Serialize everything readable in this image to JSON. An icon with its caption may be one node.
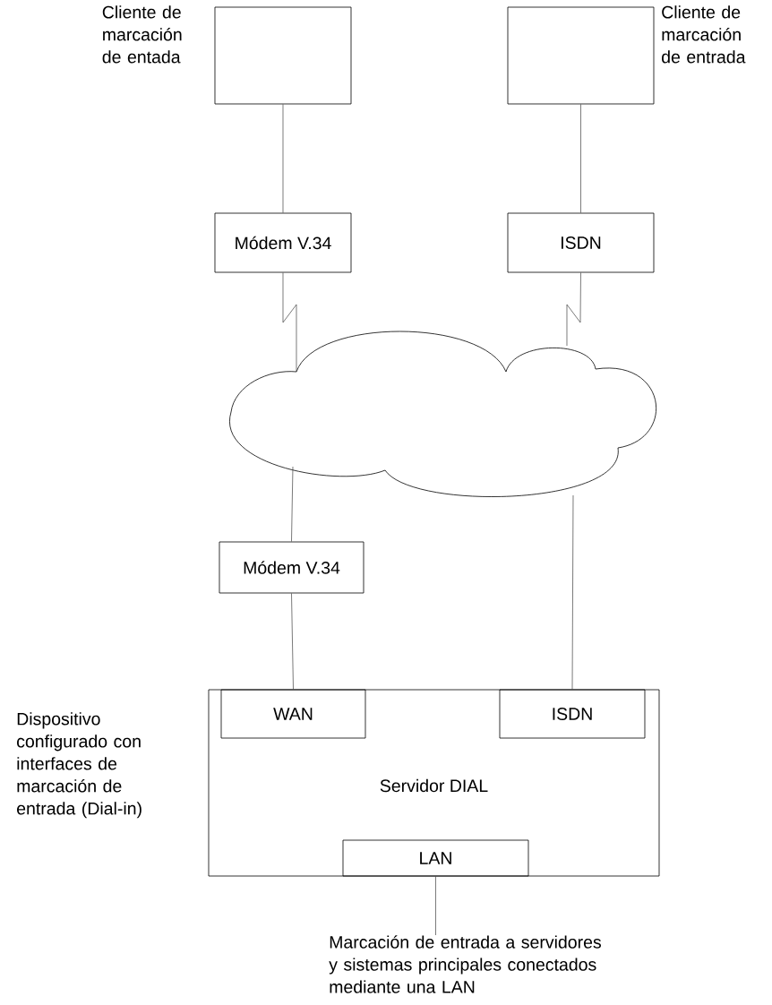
{
  "diagram": {
    "nodes": [
      {
        "text": [],
        "shape": "box",
        "beside": [
          "Cliente de marcación de entada"
        ]
      },
      {
        "text": [],
        "shape": "box",
        "beside": [
          "Cliente de marcación de entrada"
        ]
      },
      {
        "text": [
          "Módem V.34"
        ]
      },
      {
        "text": [
          "ISDN"
        ]
      },
      {
        "text": [],
        "shape": "cloud"
      },
      {
        "text": [
          "Módem V.34"
        ]
      },
      {
        "text": [
          "Servidor DIAL"
        ],
        "beside": [
          "Dispositivo configurado con interfaces de marcación de entrada (Dial-in)"
        ]
      },
      {
        "text": [
          "WAN"
        ],
        "in": 6
      },
      {
        "text": [
          "ISDN"
        ],
        "in": 6
      },
      {
        "text": [
          "LAN"
        ],
        "in": 6
      },
      {
        "text": [
          "Marcación de entrada a servidores y sistemas principales conectados mediante una LAN"
        ]
      }
    ],
    "edges": [
      {
        "from": 0,
        "to": 2,
        "arrow": "none"
      },
      {
        "from": 1,
        "to": 3,
        "arrow": "none"
      },
      {
        "from": 2,
        "to": 4,
        "arrow": "none"
      },
      {
        "from": 3,
        "to": 4,
        "arrow": "none"
      },
      {
        "from": 4,
        "to": 5,
        "arrow": "none"
      },
      {
        "from": 4,
        "to": 8,
        "arrow": "none"
      },
      {
        "from": 5,
        "to": 7,
        "arrow": "none"
      },
      {
        "from": 9,
        "to": 10,
        "arrow": "none"
      }
    ]
  }
}
